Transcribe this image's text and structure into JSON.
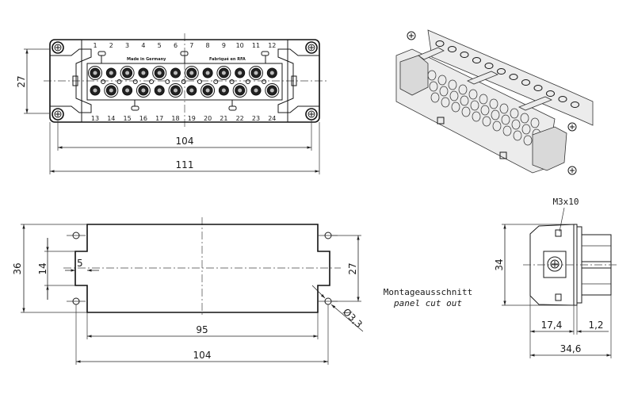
{
  "drawing": {
    "front_view": {
      "pins_top": [
        "1",
        "2",
        "3",
        "4",
        "5",
        "6",
        "7",
        "8",
        "9",
        "10",
        "11",
        "12"
      ],
      "pins_bottom": [
        "13",
        "14",
        "15",
        "16",
        "17",
        "18",
        "19",
        "20",
        "21",
        "22",
        "23",
        "24"
      ],
      "label_left": "Made in Germany",
      "label_right": "Fabriqué en RFA",
      "dim_height": "27",
      "dim_inner_width": "104",
      "dim_outer_width": "111"
    },
    "panel_cutout": {
      "dim_height": "36",
      "dim_notch": "14",
      "dim_offset": "5",
      "dim_hole_spacing": "27",
      "dim_width": "95",
      "dim_hole_width": "104",
      "dim_hole_diameter": "Ø3,3",
      "caption_de": "Montageausschnitt",
      "caption_en": "panel cut out"
    },
    "side_view": {
      "screw_label": "M3x10",
      "dim_height": "34",
      "dim_depth_a": "17,4",
      "dim_depth_b": "1,2",
      "dim_total": "34,6"
    }
  }
}
